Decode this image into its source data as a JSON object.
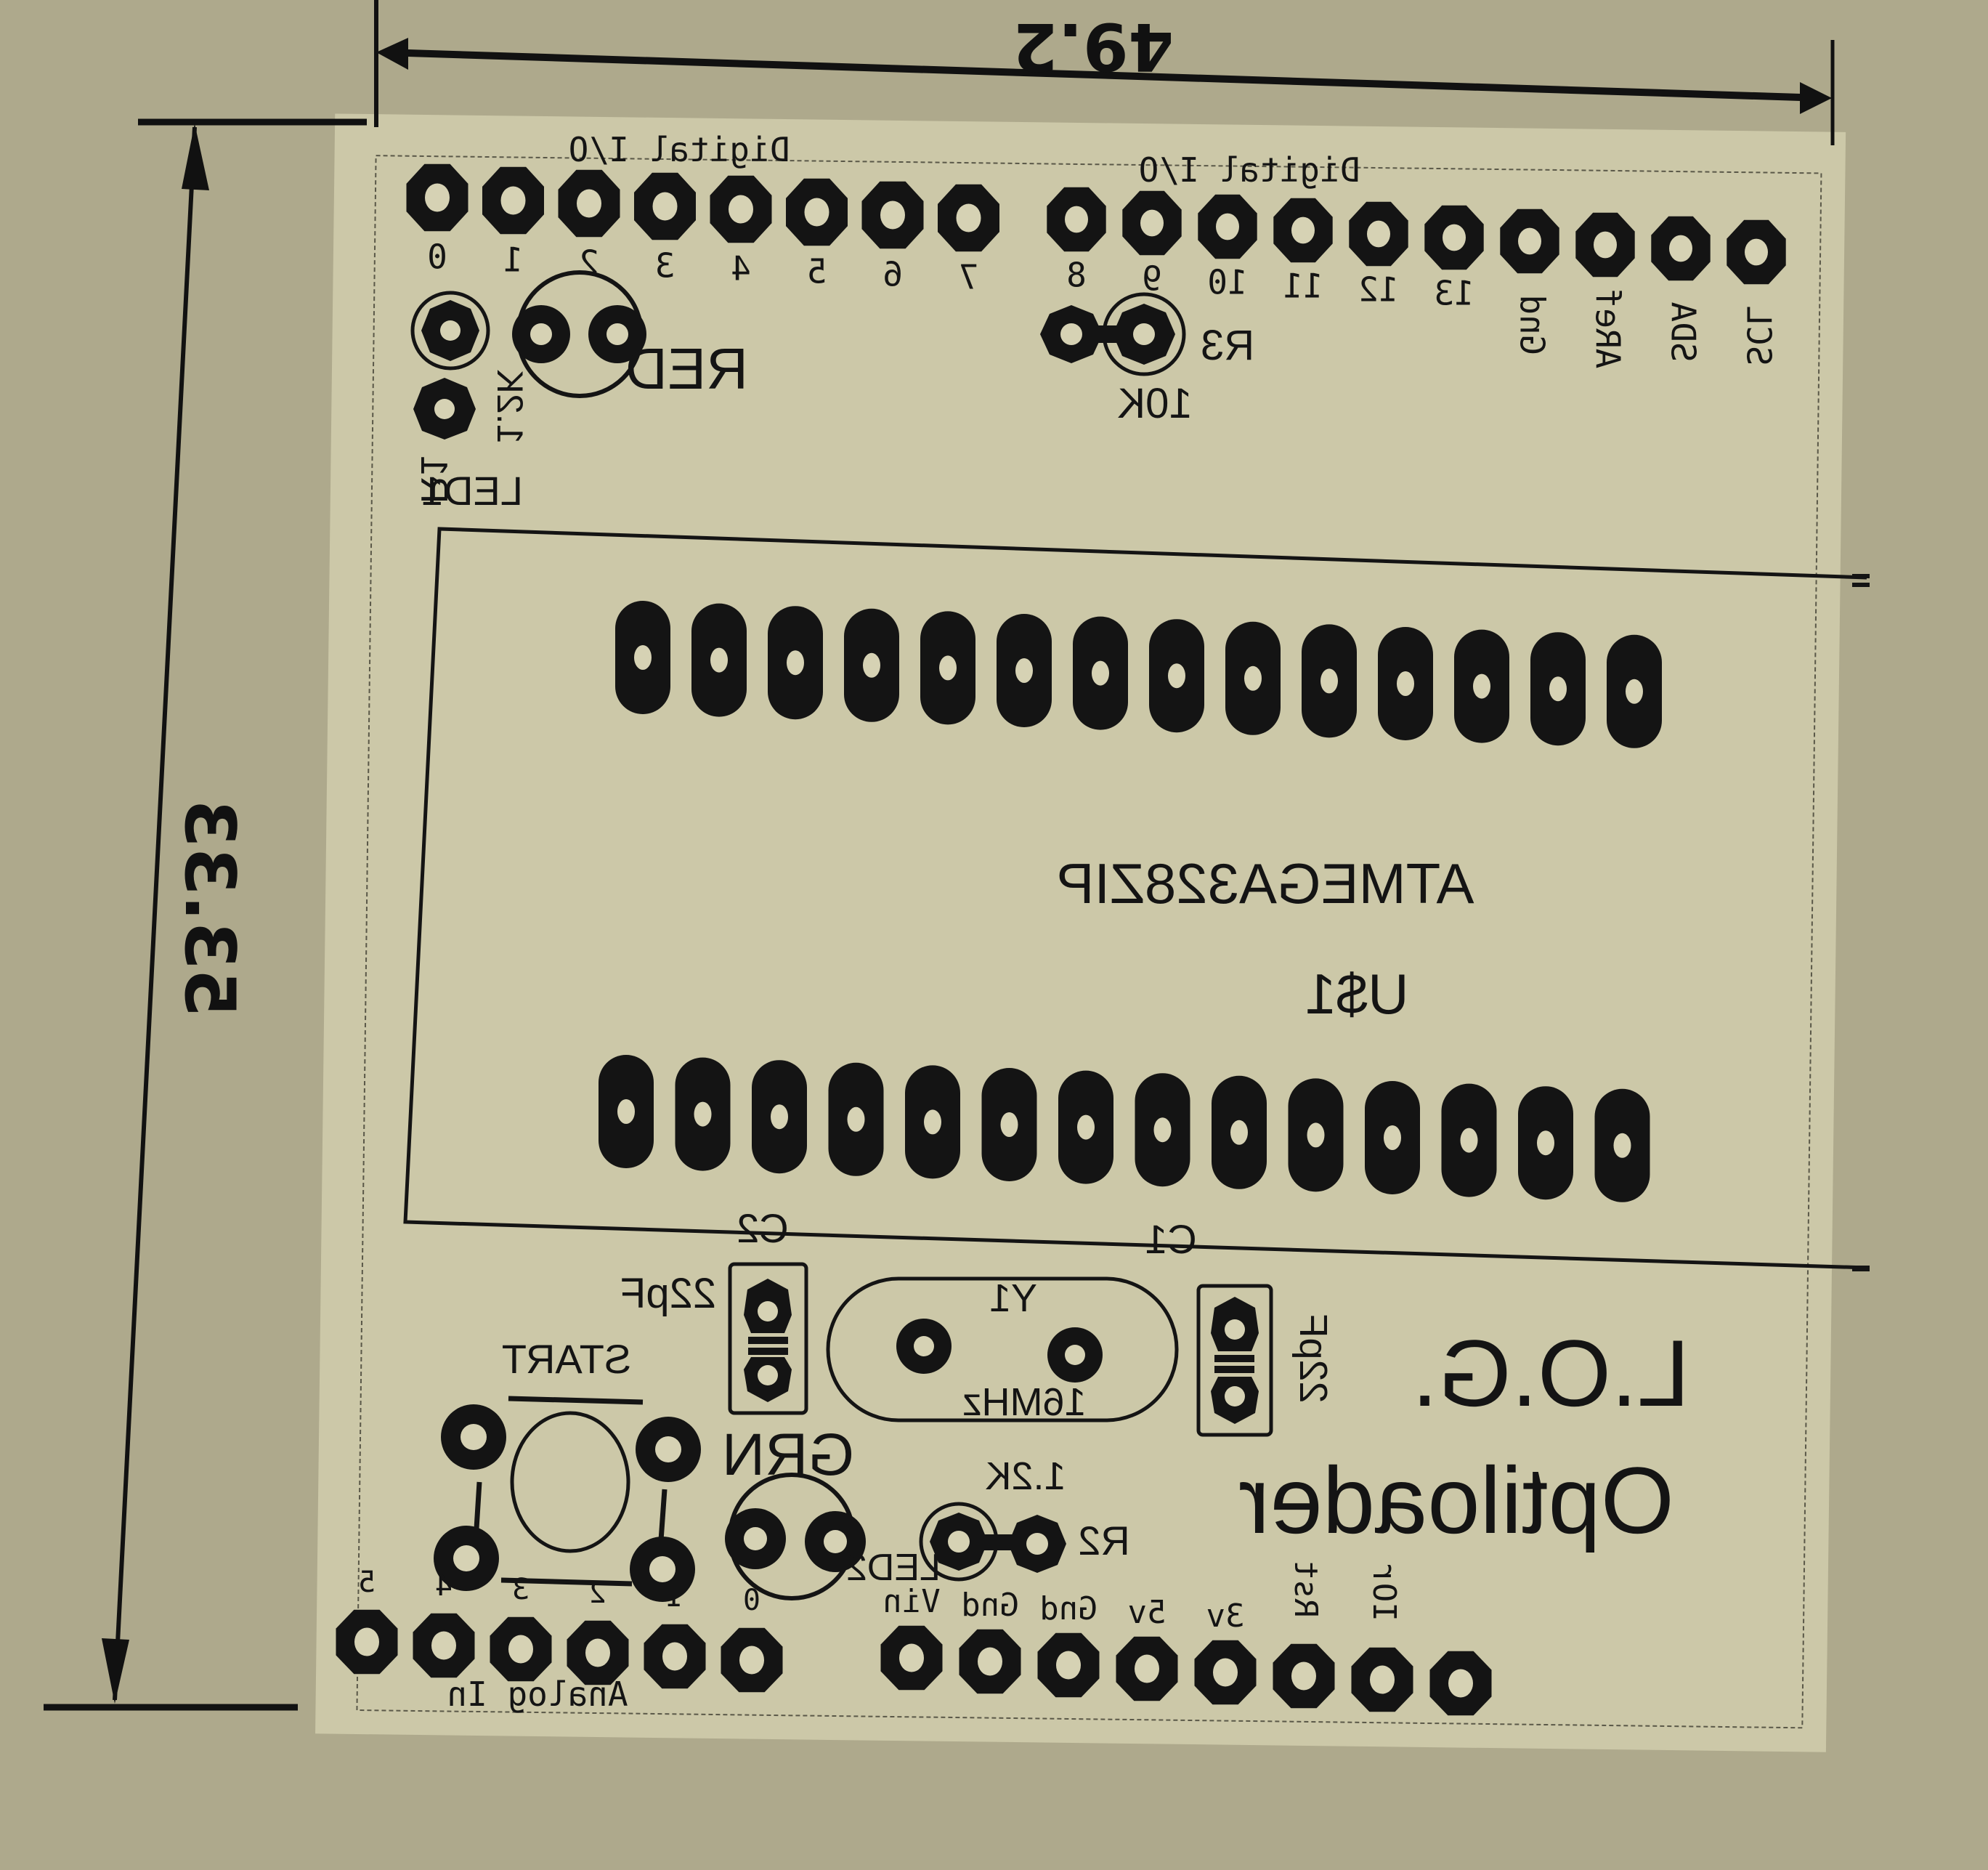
{
  "photo": {
    "subject": "Printed PCB layout (mirrored toner-transfer print) on paper",
    "colors": {
      "paper": "#ccc8a8",
      "background_sheet": "#b9b497",
      "ink": "#141414"
    }
  },
  "dimensions": {
    "width_label": "49.2",
    "height_label": "53.33"
  },
  "headers": {
    "digital_left": {
      "title": "Digital I/O",
      "pins": [
        "0",
        "1",
        "2",
        "3",
        "4",
        "5",
        "6",
        "7"
      ]
    },
    "digital_right": {
      "title": "Digital I/O",
      "pins": [
        "8",
        "9",
        "10",
        "11",
        "12",
        "13",
        "Gnd",
        "ARef",
        "SDA",
        "SCL"
      ]
    },
    "analog": {
      "title": "Analog In",
      "pins": [
        "5",
        "4",
        "3",
        "2",
        "1",
        "0"
      ]
    },
    "power": {
      "pins": [
        "Vin",
        "Gnd",
        "Gnd",
        "5v",
        "3v",
        "Rst",
        "IOr",
        ""
      ]
    }
  },
  "components": {
    "led1": {
      "ref": "LED1",
      "color_label": "RED"
    },
    "r1": {
      "ref": "R1",
      "value": "1.2K"
    },
    "r3": {
      "ref": "R3",
      "value": "10K"
    },
    "u1": {
      "part": "ATMEGA328ZIP",
      "ref": "U$1",
      "pins_per_row": 14
    },
    "c2": {
      "ref": "C2",
      "value": "22pF"
    },
    "c1": {
      "ref": "C1",
      "value": "22pF"
    },
    "y1": {
      "ref": "Y1",
      "value": "16MHz"
    },
    "switch": {
      "label": "START"
    },
    "led2": {
      "ref": "LED2",
      "color_label": "GRN"
    },
    "r2": {
      "ref": "R2",
      "value": "1.2K"
    }
  },
  "branding": {
    "line1": "L.O.G.",
    "line2": "Optiloader"
  }
}
